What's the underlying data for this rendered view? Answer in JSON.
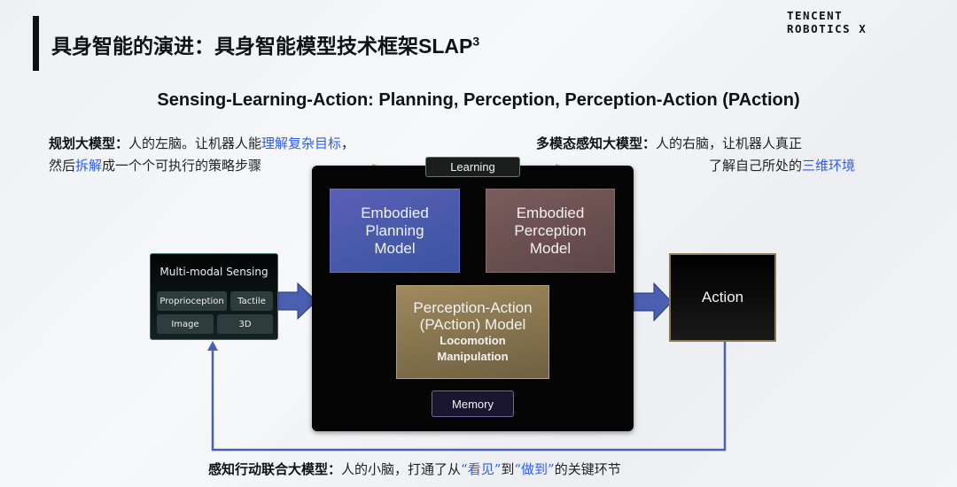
{
  "header": {
    "title_cn": "具身智能的演进：具身智能模型技术框架",
    "title_en": "SLAP",
    "title_sup": "3",
    "logo_line1": "TENCENT",
    "logo_line2": "ROBOTICS X"
  },
  "subtitle": "Sensing-Learning-Action: Planning, Perception, Perception-Action (PAction)",
  "notes": {
    "planning": {
      "label": "规划大模型：",
      "t1": "人的左脑。让机器人能",
      "h1": "理解复杂目标",
      "t2": "，",
      "t3": "然后",
      "h2": "拆解",
      "t4": "成一个个可执行的策略步骤"
    },
    "perception": {
      "label": "多模态感知大模型：",
      "t1": "人的右脑，让机器人真正",
      "t2": "了解自己所处的",
      "h1": "三维环境"
    },
    "paction": {
      "label": "感知行动联合大模型：",
      "t1": "人的小脑，打通了从",
      "h1": "“看见”",
      "t2": "到",
      "h2": "“做到”",
      "t3": "的关键环节"
    }
  },
  "diagram": {
    "learning": "Learning",
    "planning_model": [
      "Embodied",
      "Planning",
      "Model"
    ],
    "perception_model": [
      "Embodied",
      "Perception",
      "Model"
    ],
    "paction_model": [
      "Perception-Action",
      "(PAction) Model"
    ],
    "paction_sub": [
      "Locomotion",
      "Manipulation"
    ],
    "memory": "Memory",
    "sensing": {
      "title": "Multi-modal Sensing",
      "chips": [
        "Proprioception",
        "Tactile",
        "Image",
        "3D"
      ]
    },
    "action": "Action"
  },
  "colors": {
    "accent_blue": "#2f5de8",
    "arrow": "#4a5fb0",
    "green_arrow": "#8fc2a0"
  }
}
